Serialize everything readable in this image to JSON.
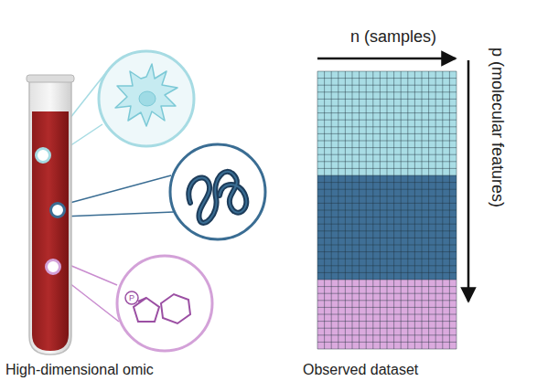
{
  "diagram": {
    "labels": [
      "n (samples)",
      "p (molecular features)",
      "P",
      "High-dimensional omic",
      "Observed dataset"
    ]
  }
}
